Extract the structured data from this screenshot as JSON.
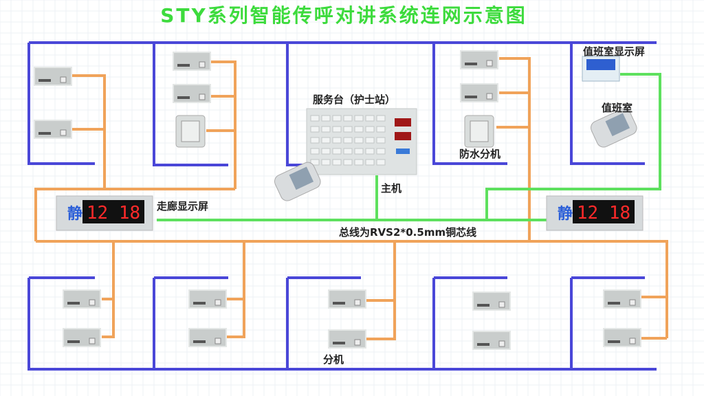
{
  "title": "STY系列智能传呼对讲系统连网示意图",
  "labels": {
    "nurse_station": "服务台（护士站）",
    "host": "主机",
    "waterproof_extension": "防水分机",
    "duty_display": "值班室显示屏",
    "duty_room": "值班室",
    "corridor_display": "走廊显示屏",
    "bus_note": "总线为RVS2*0.5mm铜芯线",
    "extension": "分机"
  },
  "display": {
    "char": "静",
    "time": "12 18"
  },
  "colors": {
    "title": "#3ddb3d",
    "room_wall": "#4a47d8",
    "extension_wire": "#f0a35a",
    "bus_wire": "#5ee05e"
  }
}
